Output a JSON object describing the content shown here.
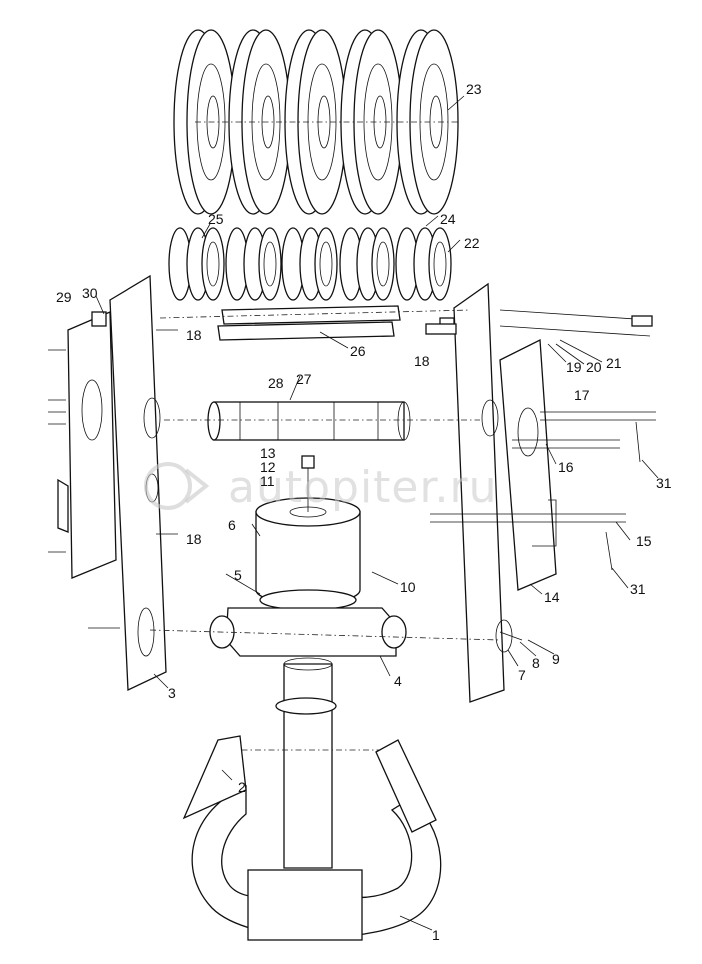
{
  "watermark": {
    "text": "autopiter.ru"
  },
  "callouts": [
    "1",
    "2",
    "3",
    "4",
    "5",
    "6",
    "7",
    "8",
    "9",
    "10",
    "11",
    "12",
    "13",
    "14",
    "15",
    "16",
    "17",
    "18",
    "19",
    "20",
    "21",
    "22",
    "23",
    "24",
    "25",
    "26",
    "27",
    "28",
    "29",
    "30",
    "31"
  ]
}
